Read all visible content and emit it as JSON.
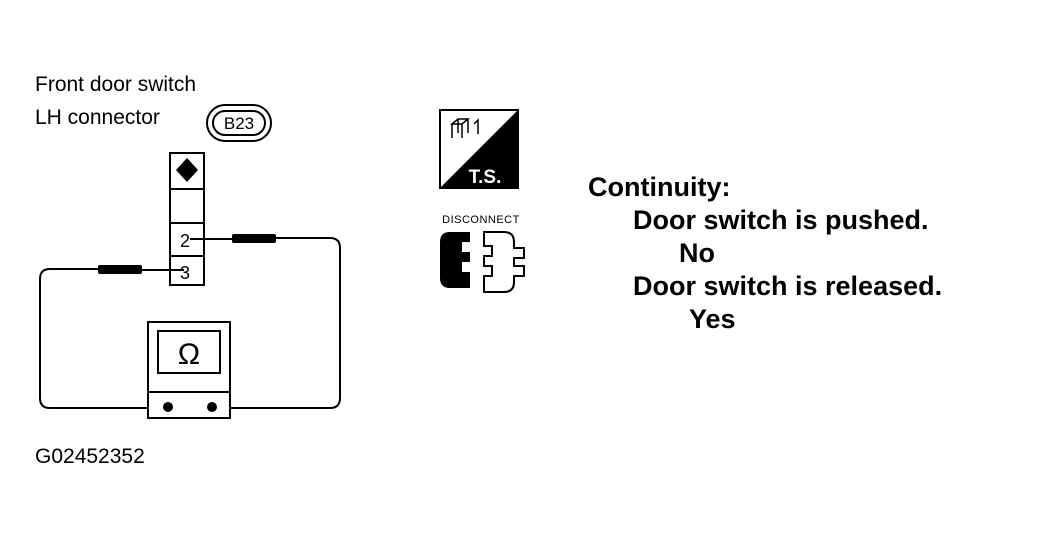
{
  "connector": {
    "title_line1": "Front door switch",
    "title_line2": "LH connector",
    "code": "B23",
    "pins": [
      "2",
      "3"
    ]
  },
  "meter": {
    "symbol": "Ω"
  },
  "icons": {
    "ts_label": "T.S.",
    "disconnect_label": "DISCONNECT"
  },
  "result": {
    "heading": "Continuity:",
    "cond1": "Door switch is pushed.",
    "val1": "No",
    "cond2": "Door switch is released.",
    "val2": "Yes"
  },
  "figure_id": "G02452352"
}
